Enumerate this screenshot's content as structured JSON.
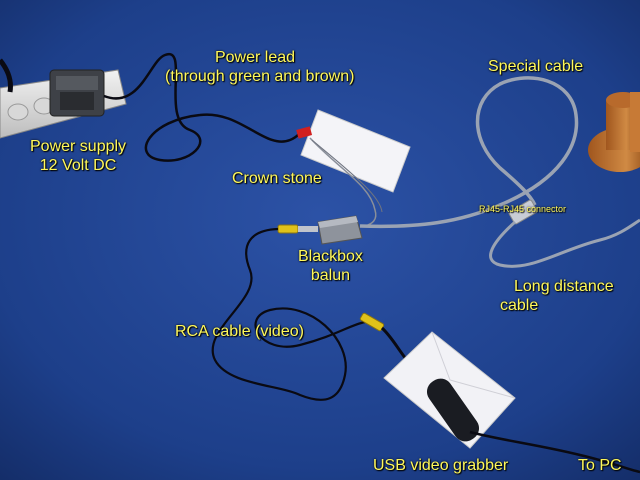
{
  "labels": {
    "power_lead_1": "Power lead",
    "power_lead_2": "(through green and brown)",
    "special_cable": "Special cable",
    "power_supply_1": "Power supply",
    "power_supply_2": "12 Volt DC",
    "crown_stone": "Crown stone",
    "rj45_connector": "RJ45-RJ45 connector",
    "blackbox_1": "Blackbox",
    "blackbox_2": "balun",
    "long_distance_1": "Long distance",
    "long_distance_2": "cable",
    "rca_cable": "RCA cable (video)",
    "usb_grabber": "USB video grabber",
    "to_pc": "To PC"
  },
  "colors": {
    "carpet": "#1d3f8a",
    "label_text": "#fff85a",
    "cable_grey": "#9aa3b3",
    "rca_yellow": "#e0c21a",
    "black_cable": "#0a0a12"
  }
}
